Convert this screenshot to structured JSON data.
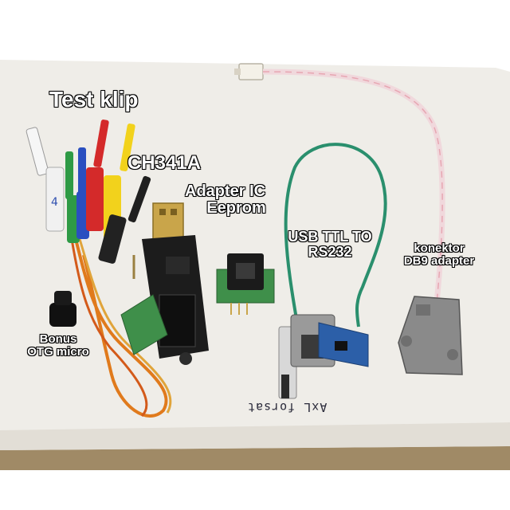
{
  "labels": {
    "test_klip": "Test klip",
    "ch341a": "CH341A",
    "adapter_ic_line1": "Adapter IC",
    "adapter_ic_line2": "Eeprom",
    "usb_ttl_line1": "USB TTL TO",
    "usb_ttl_line2": "RS232",
    "konektor_line1": "konektor",
    "konektor_line2": "DB9 adapter",
    "bonus_line1": "Bonus",
    "bonus_line2": "OTG micro"
  },
  "handwriting": "AxL forsat",
  "colors": {
    "paper": "#f2f0ec",
    "background_top": "#ffffff",
    "background_bottom": "#a08a66",
    "pcb_black": "#1c1c1c",
    "usb_metal": "#c8a64a",
    "green_pcb": "#3f8f4a",
    "blue_module": "#2c5fa8",
    "db9_gray": "#8a8a8a",
    "wire_teal": "#2a8f6d",
    "wire_orange": "#e07a1c"
  }
}
